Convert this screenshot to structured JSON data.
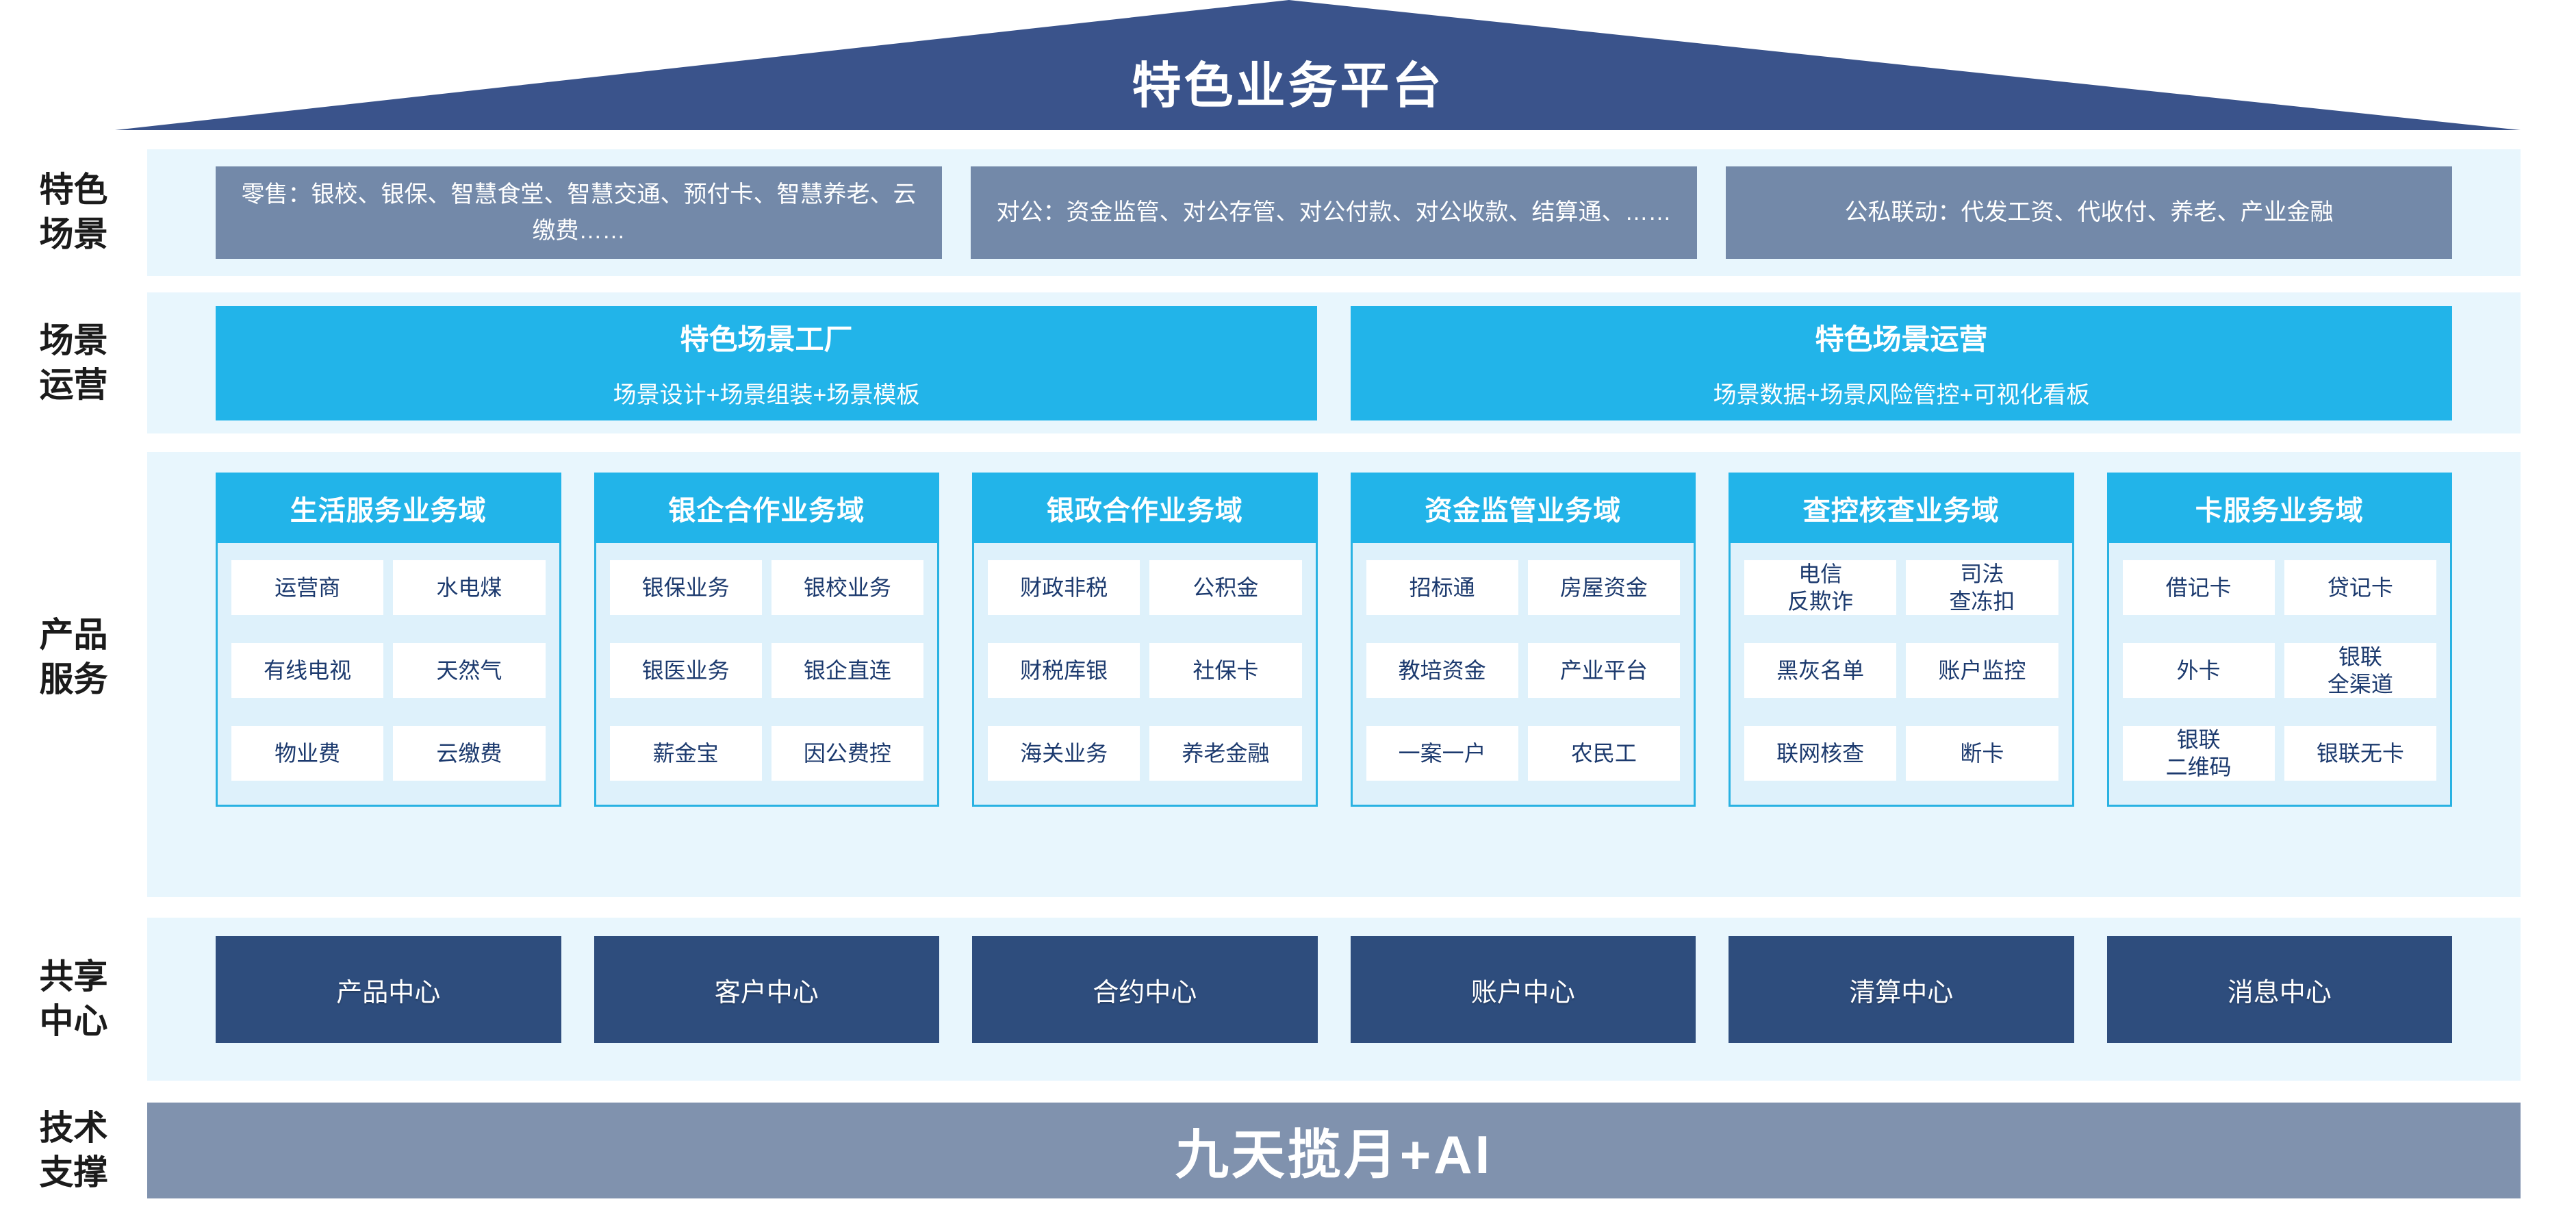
{
  "title": "特色业务平台",
  "colors": {
    "roof_navy": "#3a538b",
    "scene_slate": "#7389a9",
    "accent_cyan": "#22b4e9",
    "band_light_blue": "#e8f6fd",
    "domain_body_blue": "#def1fb",
    "cell_text_navy": "#1c3a6e",
    "center_navy": "#2e4d7d",
    "tech_slate": "#8092ae"
  },
  "rows": {
    "scenes": {
      "label": "特色\n场景",
      "boxes": [
        "零售：银校、银保、智慧食堂、智慧交通、预付卡、智慧养老、云缴费……",
        "对公：资金监管、对公存管、对公付款、对公收款、结算通、……",
        "公私联动：代发工资、代收付、养老、产业金融"
      ]
    },
    "operations": {
      "label": "场景\n运营",
      "boxes": [
        {
          "title": "特色场景工厂",
          "subtitle": "场景设计+场景组装+场景模板"
        },
        {
          "title": "特色场景运营",
          "subtitle": "场景数据+场景风险管控+可视化看板"
        }
      ]
    },
    "products": {
      "label": "产品\n服务",
      "domains": [
        {
          "title": "生活服务业务域",
          "items": [
            "运营商",
            "水电煤",
            "有线电视",
            "天然气",
            "物业费",
            "云缴费"
          ]
        },
        {
          "title": "银企合作业务域",
          "items": [
            "银保业务",
            "银校业务",
            "银医业务",
            "银企直连",
            "薪金宝",
            "因公费控"
          ]
        },
        {
          "title": "银政合作业务域",
          "items": [
            "财政非税",
            "公积金",
            "财税库银",
            "社保卡",
            "海关业务",
            "养老金融"
          ]
        },
        {
          "title": "资金监管业务域",
          "items": [
            "招标通",
            "房屋资金",
            "教培资金",
            "产业平台",
            "一案一户",
            "农民工"
          ]
        },
        {
          "title": "查控核查业务域",
          "items": [
            "电信\n反欺诈",
            "司法\n查冻扣",
            "黑灰名单",
            "账户监控",
            "联网核查",
            "断卡"
          ]
        },
        {
          "title": "卡服务业务域",
          "items": [
            "借记卡",
            "贷记卡",
            "外卡",
            "银联\n全渠道",
            "银联\n二维码",
            "银联无卡"
          ]
        }
      ]
    },
    "shared": {
      "label": "共享\n中心",
      "centers": [
        "产品中心",
        "客户中心",
        "合约中心",
        "账户中心",
        "清算中心",
        "消息中心"
      ]
    },
    "tech": {
      "label": "技术\n支撑",
      "platform": "九天揽月+AI"
    }
  }
}
